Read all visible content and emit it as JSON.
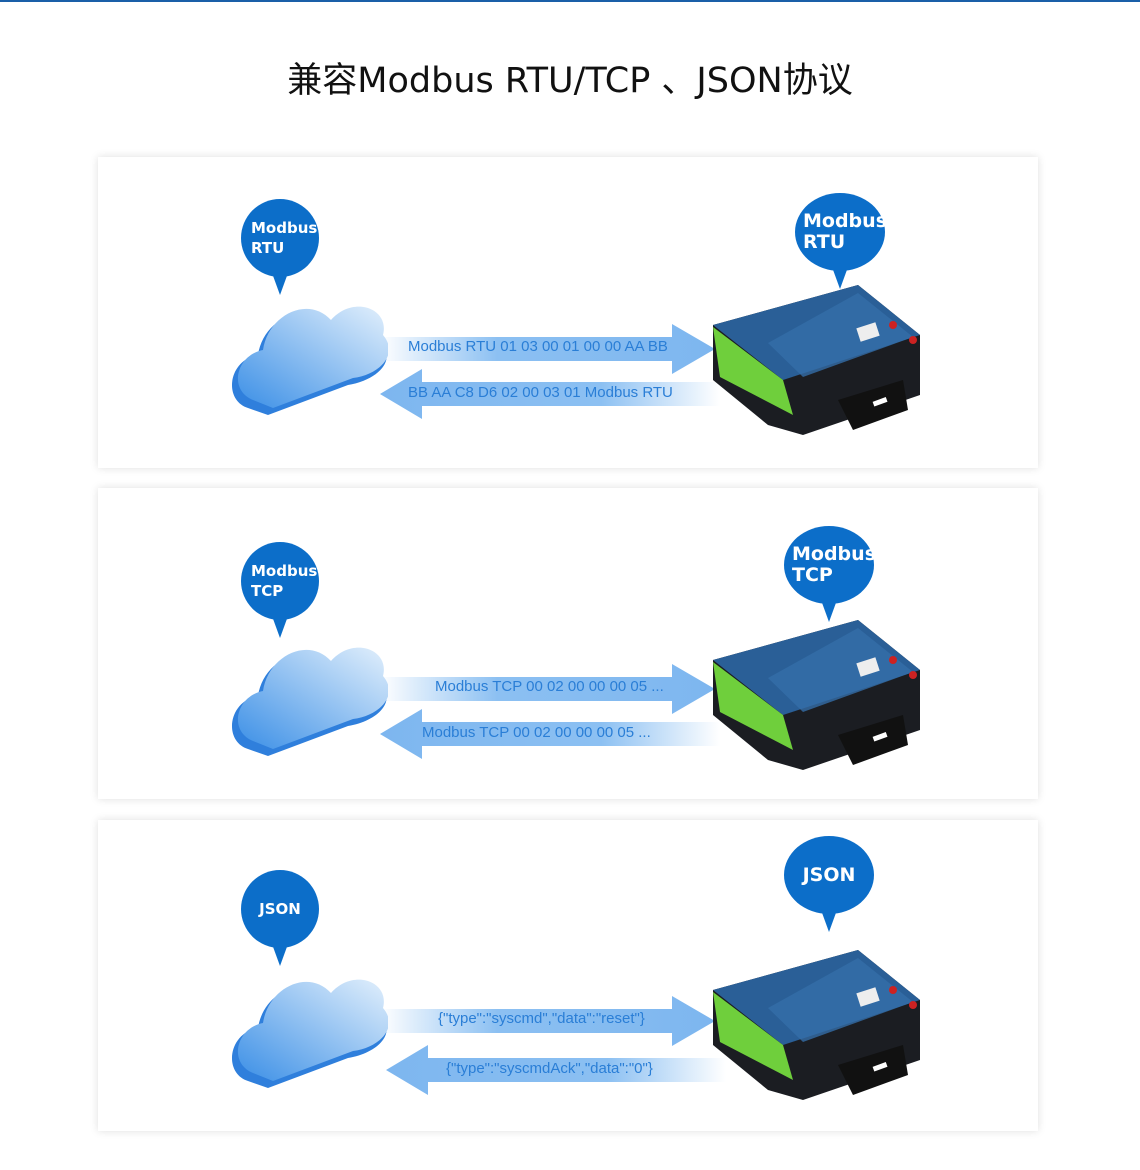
{
  "title": "兼容Modbus RTU/TCP 、JSON协议",
  "panels": [
    {
      "left_bubble": [
        "Modbus",
        "RTU"
      ],
      "right_bubble": [
        "Modbus",
        "RTU"
      ],
      "arrow_right": "Modbus RTU 01 03 00 01 00 00 AA BB",
      "arrow_left": "BB AA C8  D6 02 00 03 01 Modbus RTU"
    },
    {
      "left_bubble": [
        "Modbus",
        "TCP"
      ],
      "right_bubble": [
        "Modbus",
        "TCP"
      ],
      "arrow_right": "Modbus TCP 00 02 00 00 00 05 ...",
      "arrow_left": "Modbus TCP 00 02 00 00 00 05 ..."
    },
    {
      "left_bubble": [
        "JSON",
        ""
      ],
      "right_bubble": [
        "JSON",
        ""
      ],
      "arrow_right": "{\"type\":\"syscmd\",\"data\":\"reset\"}",
      "arrow_left": "{\"type\":\"syscmdAck\",\"data\":\"0\"}"
    }
  ],
  "colors": {
    "accent": "#0c6ec9",
    "arrow": "#8cc0f2",
    "text": "#2a7ed6"
  }
}
